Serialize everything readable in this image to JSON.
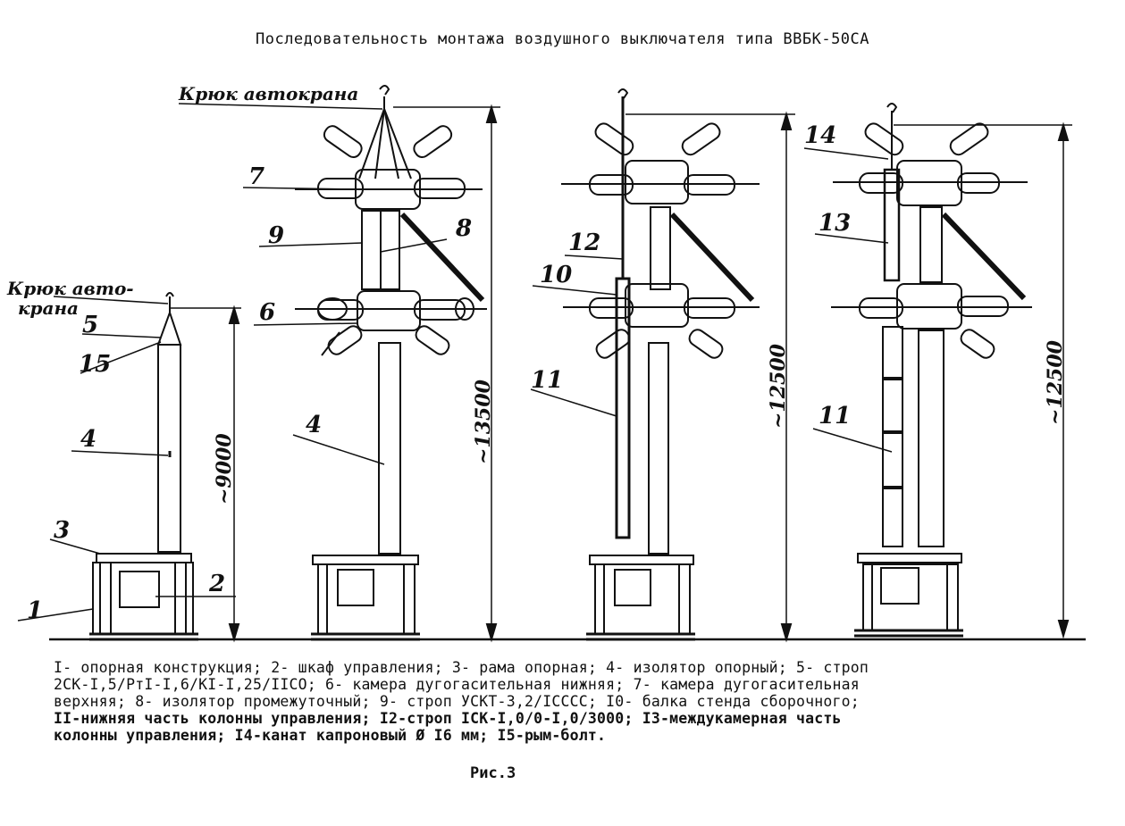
{
  "title": "Последовательность монтажа воздушного выключателя типа ВВБК-50СА",
  "labels": {
    "hook_truck_crane_1": "Крюк авто-",
    "hook_truck_crane_1b": "крана",
    "hook_truck_crane_2": "Крюк автокрана",
    "n1": "1",
    "n2": "2",
    "n3": "3",
    "n4": "4",
    "n5": "5",
    "n6": "6",
    "n7": "7",
    "n8": "8",
    "n9": "9",
    "n10": "10",
    "n11": "11",
    "n12": "12",
    "n13": "13",
    "n14": "14",
    "n15": "15"
  },
  "dimensions": {
    "d9000": "~9000",
    "d13500": "~13500",
    "d12500a": "~12500",
    "d12500b": "~12500"
  },
  "legend": {
    "line1": "I- опорная конструкция; 2- шкаф управления; 3- рама опорная; 4- изолятор опорный; 5- строп",
    "line2": "2СК-I,5/РтI-I,6/КI-I,25/IIСО; 6- камера дугогасительная нижняя; 7- камера дугогасительная",
    "line3": "верхняя; 8- изолятор промежуточный; 9- строп УСКТ-3,2/IСССС; I0- балка стенда сборочного;",
    "line4": "II-нижняя часть колонны управления; I2-строп IСК-I,0/0-I,0/3000; I3-междукамерная часть",
    "line5": "колонны управления; I4-канат капроновый Ø I6 мм; I5-рым-болт."
  },
  "figure_ref": "Рис.3"
}
